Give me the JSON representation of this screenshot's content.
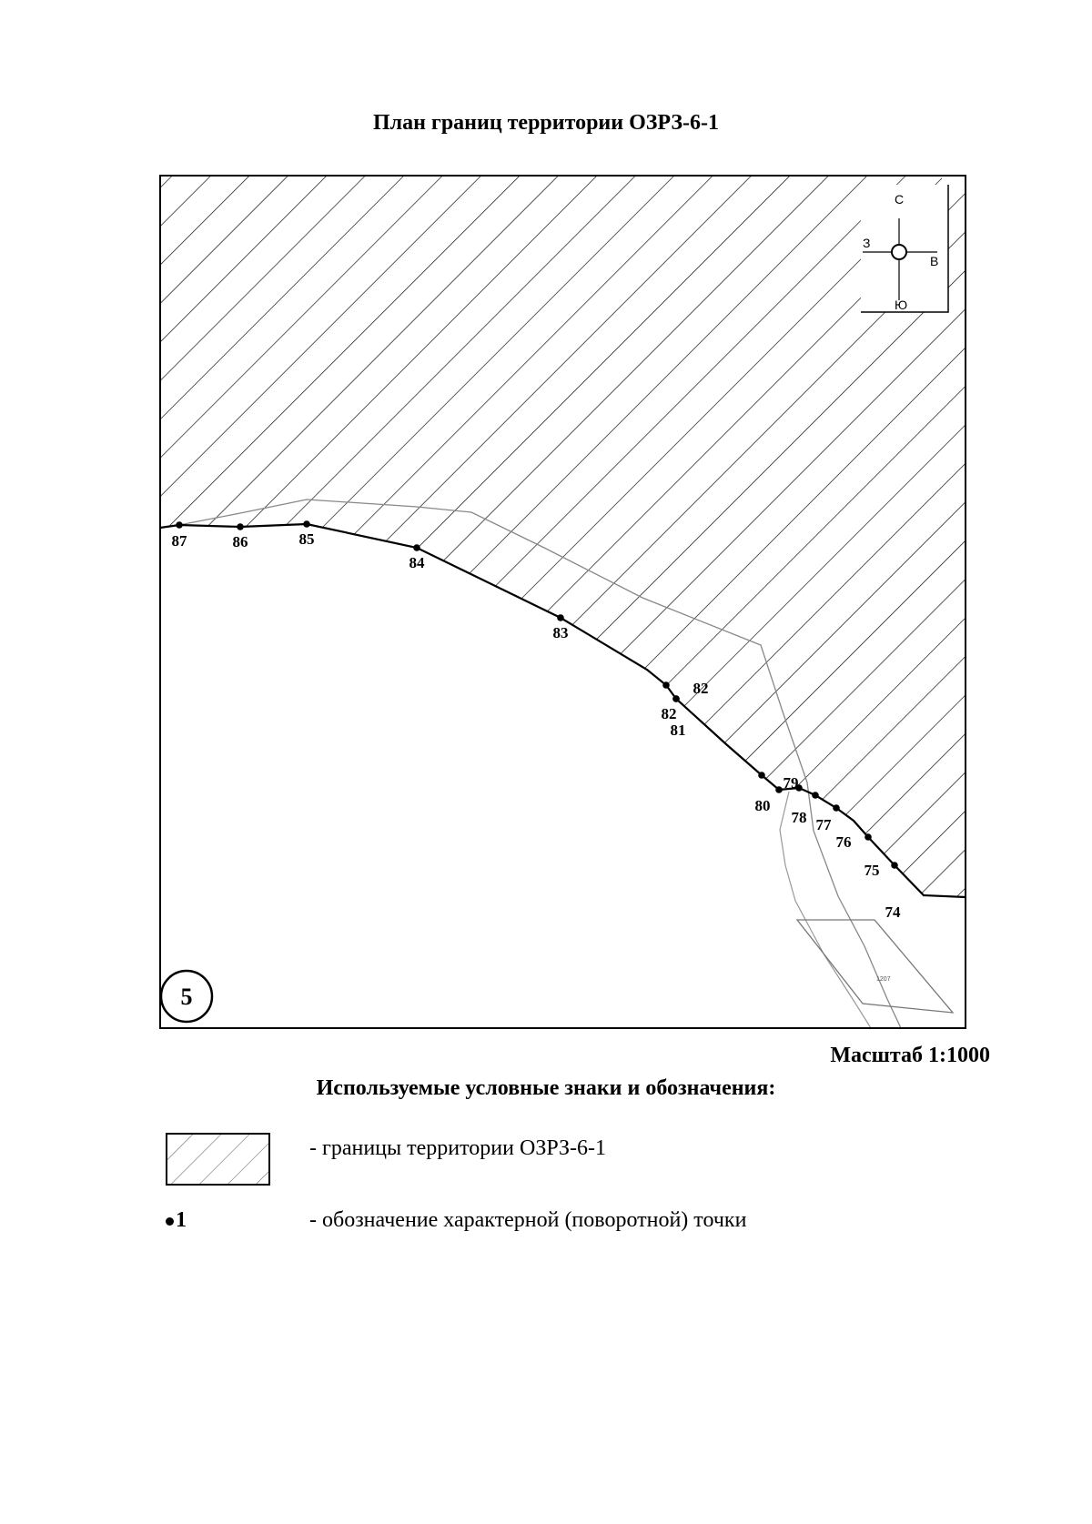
{
  "title": "План границ территории ОЗРЗ-6-1",
  "sheet_number": "5",
  "scale": "Масштаб 1:1000",
  "compass": {
    "north": "С",
    "south": "Ю",
    "west": "З",
    "east": "В"
  },
  "boundary_points": [
    {
      "label": "87"
    },
    {
      "label": "86"
    },
    {
      "label": "85"
    },
    {
      "label": "84"
    },
    {
      "label": "83"
    },
    {
      "label": "82"
    },
    {
      "label": "82"
    },
    {
      "label": "81"
    },
    {
      "label": "80"
    },
    {
      "label": "79"
    },
    {
      "label": "78"
    },
    {
      "label": "77"
    },
    {
      "label": "76"
    },
    {
      "label": "75"
    },
    {
      "label": "74"
    }
  ],
  "parcel_label": "1207",
  "legend": {
    "title": "Используемые условные знаки и обозначения:",
    "items": [
      {
        "symbol": "",
        "text": "- границы территории ОЗРЗ-6-1"
      },
      {
        "symbol": "1",
        "text": "- обозначение характерной (поворотной) точки"
      }
    ]
  }
}
